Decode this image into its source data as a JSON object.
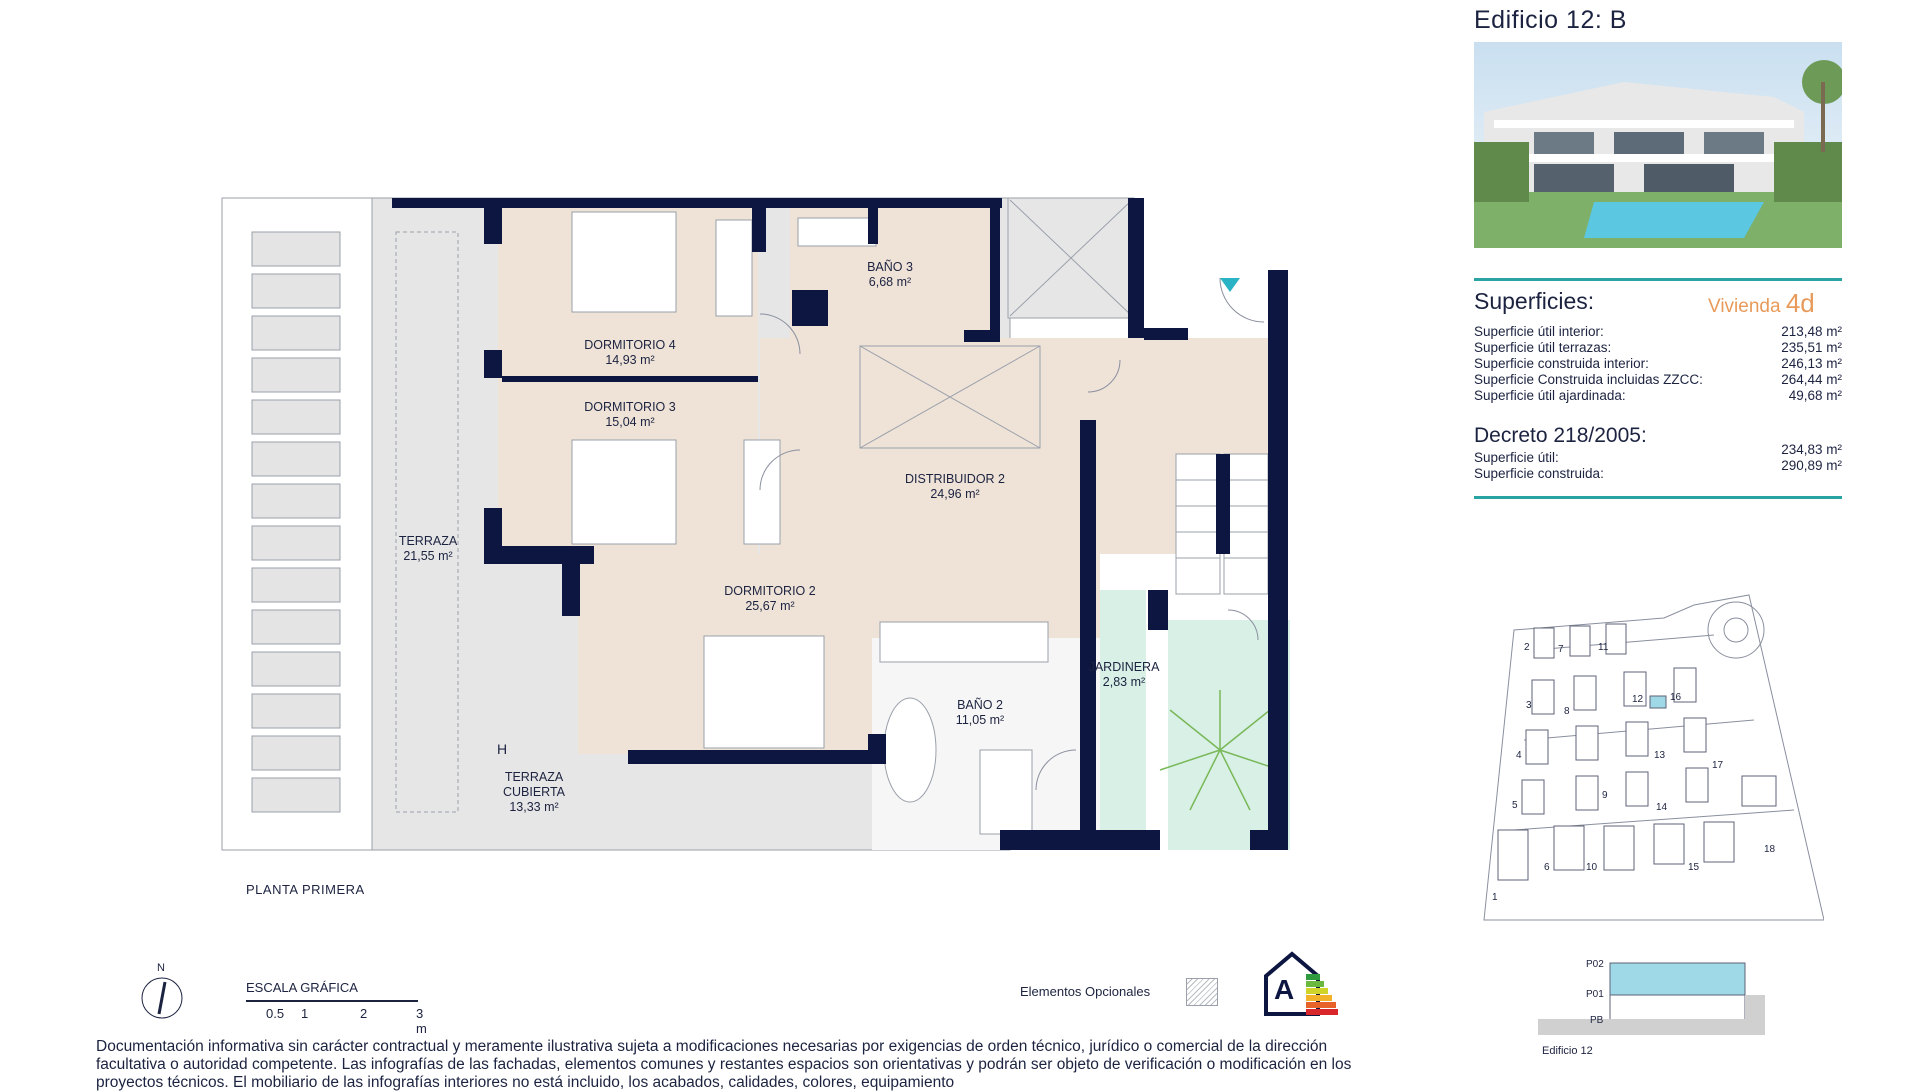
{
  "header": {
    "title": "Edificio 12: B"
  },
  "superficies": {
    "heading": "Superficies:",
    "vivienda_prefix": "Vivienda",
    "vivienda_code": "4d",
    "rows": [
      {
        "label": "Superficie útil interior:",
        "value": "213,48 m²"
      },
      {
        "label": "Superficie útil terrazas:",
        "value": "235,51 m²"
      },
      {
        "label": "Superficie construida interior:",
        "value": "246,13 m²"
      },
      {
        "label": "Superficie Construida incluidas ZZCC:",
        "value": "264,44 m²"
      },
      {
        "label": "Superficie útil ajardinada:",
        "value": "49,68 m²"
      }
    ]
  },
  "decreto": {
    "heading": "Decreto 218/2005:",
    "rows": [
      {
        "label": "Superficie útil:",
        "value": "234,83 m²"
      },
      {
        "label": "Superficie construida:",
        "value": "290,89 m²"
      }
    ]
  },
  "rooms": {
    "dormitorio4": {
      "name": "DORMITORIO 4",
      "area": "14,93 m²"
    },
    "dormitorio3": {
      "name": "DORMITORIO 3",
      "area": "15,04 m²"
    },
    "dormitorio2": {
      "name": "DORMITORIO 2",
      "area": "25,67 m²"
    },
    "bano3": {
      "name": "BAÑO 3",
      "area": "6,68 m²"
    },
    "bano2": {
      "name": "BAÑO 2",
      "area": "11,05 m²"
    },
    "distribuidor": {
      "name": "DISTRIBUIDOR 2",
      "area": "24,96 m²"
    },
    "jardinera": {
      "name": "JARDINERA",
      "area": "2,83 m²"
    },
    "terraza": {
      "name": "TERRAZA",
      "area": "21,55 m²"
    },
    "terraza_cubierta": {
      "name1": "TERRAZA",
      "name2": "CUBIERTA",
      "area": "13,33 m²"
    },
    "h_mark": "H"
  },
  "plan_label": "PLANTA PRIMERA",
  "scale": {
    "heading": "ESCALA GRÁFICA",
    "ticks": [
      "0.5",
      "1",
      "2",
      "3 m"
    ],
    "north": "N"
  },
  "legend": {
    "optional": "Elementos Opcionales",
    "energy_class": "A"
  },
  "site_plan": {
    "lots": [
      "1",
      "2",
      "3",
      "4",
      "5",
      "6",
      "7",
      "8",
      "9",
      "10",
      "11",
      "12",
      "13",
      "14",
      "15",
      "16",
      "17",
      "18"
    ]
  },
  "section": {
    "levels": [
      "P02",
      "P01",
      "PB"
    ],
    "caption": "Edificio 12"
  },
  "disclaimer": "Documentación informativa sin carácter contractual y meramente ilustrativa sujeta a modificaciones necesarias por exigencias de orden técnico, jurídico o comercial de la dirección facultativa o autoridad competente. Las infografías de las fachadas, elementos comunes y restantes espacios son orientativas y podrán ser objeto de verificación o modificación en los proyectos técnicos. El mobiliario de las infografías interiores no está incluido, los acabados, calidades, colores, equipamiento",
  "colors": {
    "wall": "#0d1640",
    "room": "#efe3d8",
    "terrace": "#e6e6e6",
    "teal": "#2aa3a3",
    "garden": "#d8f0e6",
    "accent": "#e89a5a",
    "pool": "#9fd8e6"
  }
}
